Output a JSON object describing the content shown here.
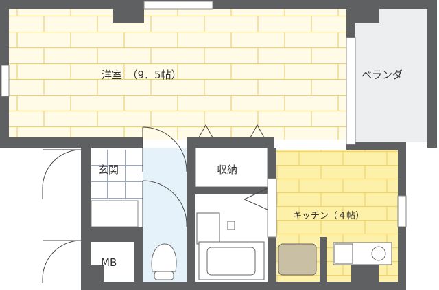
{
  "rooms": {
    "western_room": "洋室　（9．5帖）",
    "balcony": "ベランダ",
    "entrance": "玄関",
    "storage": "収納",
    "kitchen": "キッチン（４帖）",
    "meter_box": "MB"
  },
  "colors": {
    "wall": "#5f6062",
    "floor_wood": "#fffbe6",
    "floor_line": "#ead27a",
    "kitchen_floor": "#fdf0a8",
    "balcony": "#eceef0",
    "hall": "#e6f2fa"
  }
}
